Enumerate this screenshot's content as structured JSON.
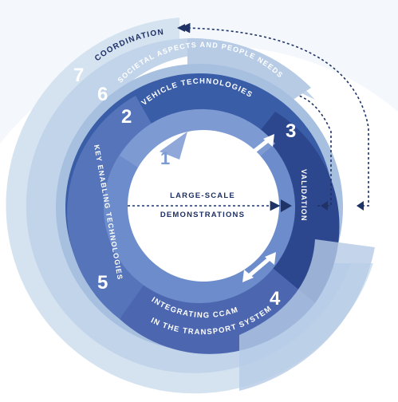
{
  "rings": {
    "r7": {
      "number": "7",
      "label": "COORDINATION"
    },
    "r6": {
      "number": "6",
      "label": "SOCIETAL ASPECTS AND PEOPLE NEEDS"
    },
    "r2": {
      "number": "2",
      "label": "VEHICLE TECHNOLOGIES"
    },
    "r3": {
      "number": "3",
      "label": "VALIDATION"
    },
    "r4": {
      "number": "4",
      "label_line1": "INTEGRATING CCAM",
      "label_line2": "IN THE TRANSPORT SYSTEM"
    },
    "r5": {
      "number": "5",
      "label": "KEY ENABLING TECHNOLOGIES"
    },
    "r1": {
      "number": "1",
      "label_line1": "LARGE-SCALE",
      "label_line2": "DEMONSTRATIONS"
    }
  },
  "colors": {
    "outer_ring": "#d5e3f1",
    "ring_6": "#a9c3e0",
    "ring_6_light": "#c4d6ea",
    "ring_2": "#3a5da8",
    "ring_3": "#2c468c",
    "ring_4": "#4f69b3",
    "ring_5": "#5a7cc0",
    "inner_ring": "#6c8ccb",
    "center": "#ffffff",
    "text_dark": "#1d2f64",
    "arrow_dark": "#1f3366"
  }
}
